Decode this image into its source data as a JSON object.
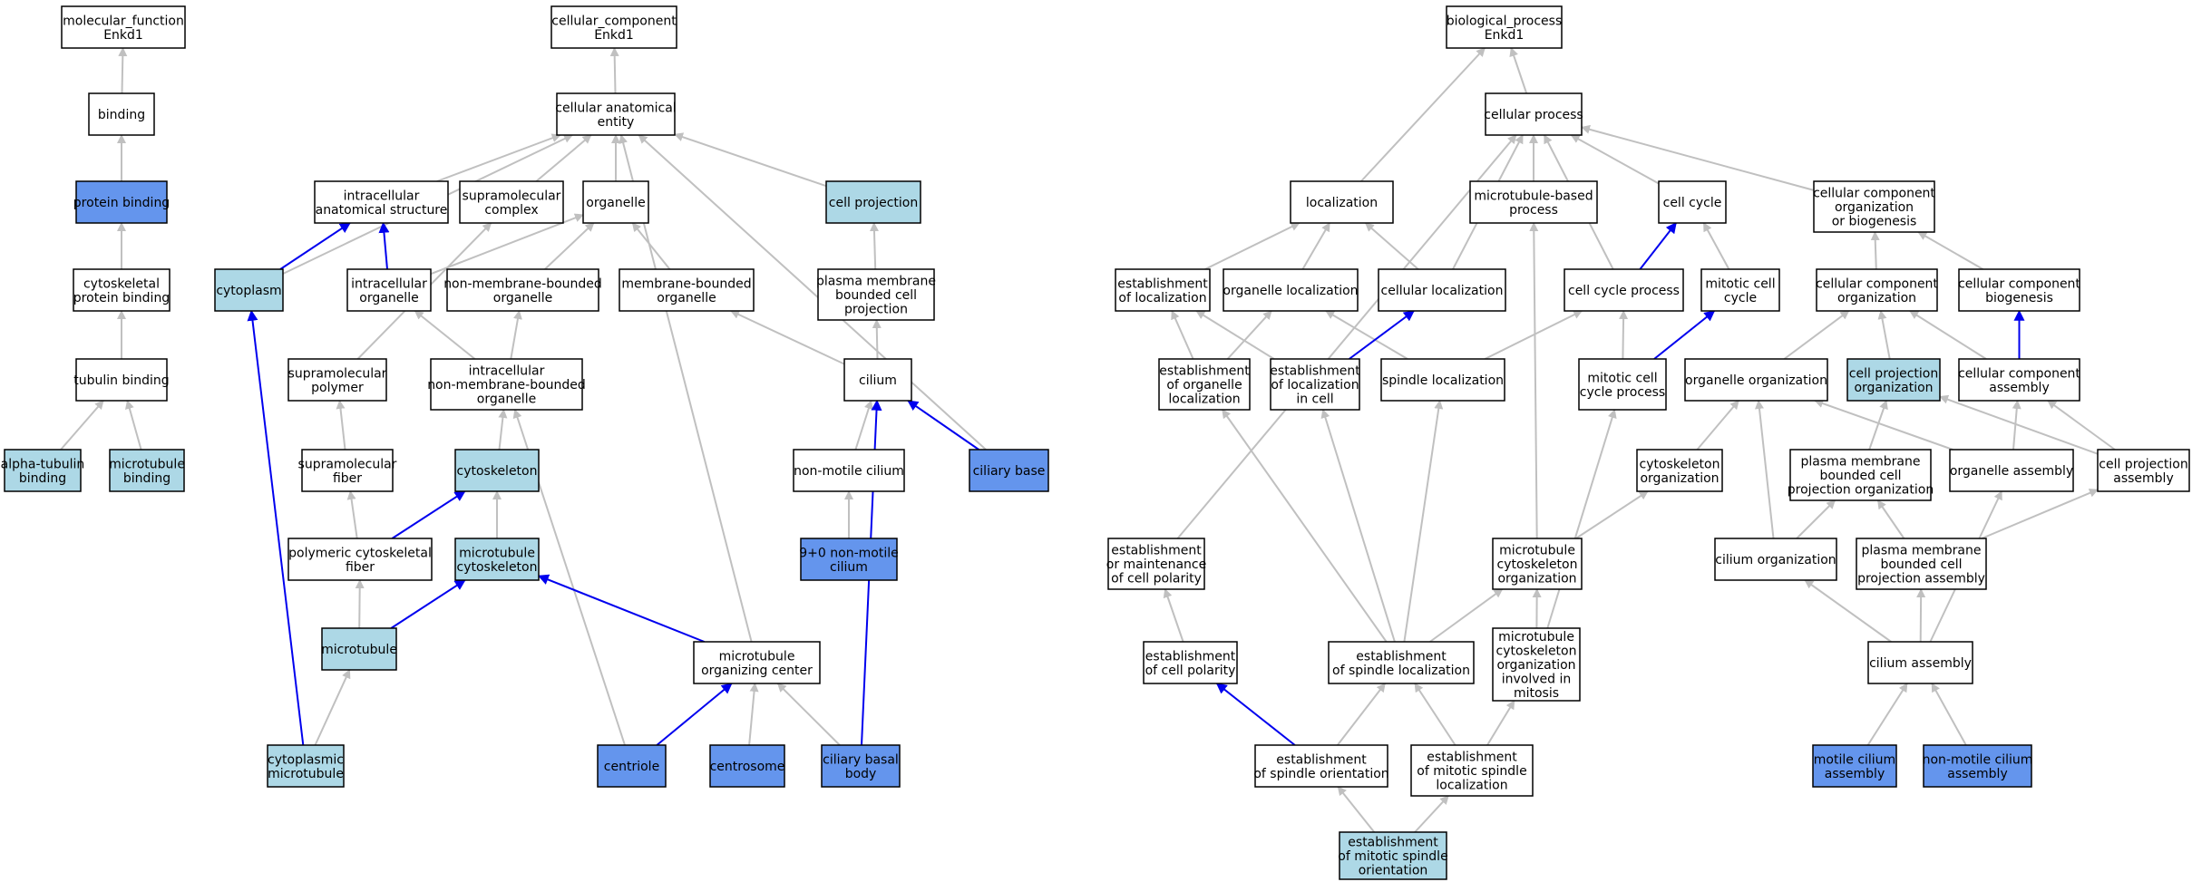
{
  "colors": {
    "plain": "#ffffff",
    "light": "#add8e6",
    "dark": "#6495ed",
    "edge_gray": "#c0c0c0",
    "edge_blue": "#0000ee"
  },
  "nodes": [
    {
      "id": "mf",
      "label": [
        "molecular_function",
        "Enkd1"
      ],
      "fill": "plain"
    },
    {
      "id": "binding",
      "label": [
        "binding"
      ],
      "fill": "plain"
    },
    {
      "id": "protein_binding",
      "label": [
        "protein binding"
      ],
      "fill": "dark"
    },
    {
      "id": "cyto_pb",
      "label": [
        "cytoskeletal",
        "protein binding"
      ],
      "fill": "plain"
    },
    {
      "id": "tubulin_binding",
      "label": [
        "tubulin binding"
      ],
      "fill": "plain"
    },
    {
      "id": "alpha_tub",
      "label": [
        "alpha-tubulin",
        "binding"
      ],
      "fill": "light"
    },
    {
      "id": "mt_binding",
      "label": [
        "microtubule",
        "binding"
      ],
      "fill": "light"
    },
    {
      "id": "cc",
      "label": [
        "cellular_component",
        "Enkd1"
      ],
      "fill": "plain"
    },
    {
      "id": "cae",
      "label": [
        "cellular anatomical",
        "entity"
      ],
      "fill": "plain"
    },
    {
      "id": "ias",
      "label": [
        "intracellular",
        "anatomical structure"
      ],
      "fill": "plain"
    },
    {
      "id": "smc",
      "label": [
        "supramolecular",
        "complex"
      ],
      "fill": "plain"
    },
    {
      "id": "organelle",
      "label": [
        "organelle"
      ],
      "fill": "plain"
    },
    {
      "id": "cell_proj",
      "label": [
        "cell projection"
      ],
      "fill": "light"
    },
    {
      "id": "cytoplasm",
      "label": [
        "cytoplasm"
      ],
      "fill": "light"
    },
    {
      "id": "intra_org",
      "label": [
        "intracellular",
        "organelle"
      ],
      "fill": "plain"
    },
    {
      "id": "nmbo",
      "label": [
        "non-membrane-bounded",
        "organelle"
      ],
      "fill": "plain"
    },
    {
      "id": "mbo",
      "label": [
        "membrane-bounded",
        "organelle"
      ],
      "fill": "plain"
    },
    {
      "id": "pmbcp",
      "label": [
        "plasma membrane",
        "bounded cell",
        "projection"
      ],
      "fill": "plain"
    },
    {
      "id": "smp",
      "label": [
        "supramolecular",
        "polymer"
      ],
      "fill": "plain"
    },
    {
      "id": "inmbo",
      "label": [
        "intracellular",
        "non-membrane-bounded",
        "organelle"
      ],
      "fill": "plain"
    },
    {
      "id": "cilium",
      "label": [
        "cilium"
      ],
      "fill": "plain"
    },
    {
      "id": "smf",
      "label": [
        "supramolecular",
        "fiber"
      ],
      "fill": "plain"
    },
    {
      "id": "cytoskeleton",
      "label": [
        "cytoskeleton"
      ],
      "fill": "light"
    },
    {
      "id": "nmc",
      "label": [
        "non-motile cilium"
      ],
      "fill": "plain"
    },
    {
      "id": "ciliary_base",
      "label": [
        "ciliary base"
      ],
      "fill": "dark"
    },
    {
      "id": "pcf",
      "label": [
        "polymeric cytoskeletal",
        "fiber"
      ],
      "fill": "plain"
    },
    {
      "id": "mtcs",
      "label": [
        "microtubule",
        "cytoskeleton"
      ],
      "fill": "light"
    },
    {
      "id": "nine0",
      "label": [
        "9+0 non-motile",
        "cilium"
      ],
      "fill": "dark"
    },
    {
      "id": "microtubule",
      "label": [
        "microtubule"
      ],
      "fill": "light"
    },
    {
      "id": "mtoc",
      "label": [
        "microtubule",
        "organizing center"
      ],
      "fill": "plain"
    },
    {
      "id": "cyto_mt",
      "label": [
        "cytoplasmic",
        "microtubule"
      ],
      "fill": "light"
    },
    {
      "id": "centriole",
      "label": [
        "centriole"
      ],
      "fill": "dark"
    },
    {
      "id": "centrosome",
      "label": [
        "centrosome"
      ],
      "fill": "dark"
    },
    {
      "id": "cbb",
      "label": [
        "ciliary basal",
        "body"
      ],
      "fill": "dark"
    },
    {
      "id": "bp",
      "label": [
        "biological_process",
        "Enkd1"
      ],
      "fill": "plain"
    },
    {
      "id": "cell_process",
      "label": [
        "cellular process"
      ],
      "fill": "plain"
    },
    {
      "id": "localization",
      "label": [
        "localization"
      ],
      "fill": "plain"
    },
    {
      "id": "mtbp",
      "label": [
        "microtubule-based",
        "process"
      ],
      "fill": "plain"
    },
    {
      "id": "cell_cycle",
      "label": [
        "cell cycle"
      ],
      "fill": "plain"
    },
    {
      "id": "ccob",
      "label": [
        "cellular component",
        "organization",
        "or biogenesis"
      ],
      "fill": "plain"
    },
    {
      "id": "est_loc",
      "label": [
        "establishment",
        "of localization"
      ],
      "fill": "plain"
    },
    {
      "id": "org_loc",
      "label": [
        "organelle localization"
      ],
      "fill": "plain"
    },
    {
      "id": "cell_loc",
      "label": [
        "cellular localization"
      ],
      "fill": "plain"
    },
    {
      "id": "ccp",
      "label": [
        "cell cycle process"
      ],
      "fill": "plain"
    },
    {
      "id": "mitotic_cc",
      "label": [
        "mitotic cell",
        "cycle"
      ],
      "fill": "plain"
    },
    {
      "id": "cco",
      "label": [
        "cellular component",
        "organization"
      ],
      "fill": "plain"
    },
    {
      "id": "ccb",
      "label": [
        "cellular component",
        "biogenesis"
      ],
      "fill": "plain"
    },
    {
      "id": "eol",
      "label": [
        "establishment",
        "of organelle",
        "localization"
      ],
      "fill": "plain"
    },
    {
      "id": "elic",
      "label": [
        "establishment",
        "of localization",
        "in cell"
      ],
      "fill": "plain"
    },
    {
      "id": "spindle_loc",
      "label": [
        "spindle localization"
      ],
      "fill": "plain"
    },
    {
      "id": "mccp",
      "label": [
        "mitotic cell",
        "cycle process"
      ],
      "fill": "plain"
    },
    {
      "id": "org_org",
      "label": [
        "organelle organization"
      ],
      "fill": "plain"
    },
    {
      "id": "cpo",
      "label": [
        "cell projection",
        "organization"
      ],
      "fill": "light"
    },
    {
      "id": "cca",
      "label": [
        "cellular component",
        "assembly"
      ],
      "fill": "plain"
    },
    {
      "id": "cso",
      "label": [
        "cytoskeleton",
        "organization"
      ],
      "fill": "plain"
    },
    {
      "id": "pmbcpo",
      "label": [
        "plasma membrane",
        "bounded cell",
        "projection organization"
      ],
      "fill": "plain"
    },
    {
      "id": "org_asm",
      "label": [
        "organelle assembly"
      ],
      "fill": "plain"
    },
    {
      "id": "cpa",
      "label": [
        "cell projection",
        "assembly"
      ],
      "fill": "plain"
    },
    {
      "id": "emcp",
      "label": [
        "establishment",
        "or maintenance",
        "of cell polarity"
      ],
      "fill": "plain"
    },
    {
      "id": "mtco",
      "label": [
        "microtubule",
        "cytoskeleton",
        "organization"
      ],
      "fill": "plain"
    },
    {
      "id": "cil_org",
      "label": [
        "cilium organization"
      ],
      "fill": "plain"
    },
    {
      "id": "pmbcpa",
      "label": [
        "plasma membrane",
        "bounded cell",
        "projection assembly"
      ],
      "fill": "plain"
    },
    {
      "id": "ecp",
      "label": [
        "establishment",
        "of cell polarity"
      ],
      "fill": "plain"
    },
    {
      "id": "esl",
      "label": [
        "establishment",
        "of spindle localization"
      ],
      "fill": "plain"
    },
    {
      "id": "mtcoim",
      "label": [
        "microtubule",
        "cytoskeleton",
        "organization",
        "involved in",
        "mitosis"
      ],
      "fill": "plain"
    },
    {
      "id": "cil_asm",
      "label": [
        "cilium assembly"
      ],
      "fill": "plain"
    },
    {
      "id": "eso",
      "label": [
        "establishment",
        "of spindle orientation"
      ],
      "fill": "plain"
    },
    {
      "id": "emsl",
      "label": [
        "establishment",
        "of mitotic spindle",
        "localization"
      ],
      "fill": "plain"
    },
    {
      "id": "motile_ca",
      "label": [
        "motile cilium",
        "assembly"
      ],
      "fill": "dark"
    },
    {
      "id": "nonmotile_ca",
      "label": [
        "non-motile cilium",
        "assembly"
      ],
      "fill": "dark"
    },
    {
      "id": "emso",
      "label": [
        "establishment",
        "of mitotic spindle",
        "orientation"
      ],
      "fill": "light"
    }
  ],
  "edges": [
    {
      "from": "binding",
      "to": "mf",
      "color": "gray"
    },
    {
      "from": "protein_binding",
      "to": "binding",
      "color": "gray"
    },
    {
      "from": "cyto_pb",
      "to": "protein_binding",
      "color": "gray"
    },
    {
      "from": "tubulin_binding",
      "to": "cyto_pb",
      "color": "gray"
    },
    {
      "from": "alpha_tub",
      "to": "tubulin_binding",
      "color": "gray"
    },
    {
      "from": "mt_binding",
      "to": "tubulin_binding",
      "color": "gray"
    },
    {
      "from": "cae",
      "to": "cc",
      "color": "gray"
    },
    {
      "from": "ias",
      "to": "cae",
      "color": "gray"
    },
    {
      "from": "smc",
      "to": "cae",
      "color": "gray"
    },
    {
      "from": "organelle",
      "to": "cae",
      "color": "gray"
    },
    {
      "from": "cell_proj",
      "to": "cae",
      "color": "gray"
    },
    {
      "from": "cytoplasm",
      "to": "cae",
      "color": "gray"
    },
    {
      "from": "ciliary_base",
      "to": "cae",
      "color": "gray"
    },
    {
      "from": "mtoc",
      "to": "cae",
      "color": "gray"
    },
    {
      "from": "cytoplasm",
      "to": "ias",
      "color": "blue"
    },
    {
      "from": "intra_org",
      "to": "ias",
      "color": "blue"
    },
    {
      "from": "intra_org",
      "to": "organelle",
      "color": "gray"
    },
    {
      "from": "nmbo",
      "to": "organelle",
      "color": "gray"
    },
    {
      "from": "mbo",
      "to": "organelle",
      "color": "gray"
    },
    {
      "from": "smp",
      "to": "smc",
      "color": "gray"
    },
    {
      "from": "pmbcp",
      "to": "cell_proj",
      "color": "gray"
    },
    {
      "from": "inmbo",
      "to": "intra_org",
      "color": "gray"
    },
    {
      "from": "inmbo",
      "to": "nmbo",
      "color": "gray"
    },
    {
      "from": "cilium",
      "to": "pmbcp",
      "color": "gray"
    },
    {
      "from": "cilium",
      "to": "mbo",
      "color": "gray"
    },
    {
      "from": "smf",
      "to": "smp",
      "color": "gray"
    },
    {
      "from": "cytoskeleton",
      "to": "inmbo",
      "color": "gray"
    },
    {
      "from": "centriole",
      "to": "inmbo",
      "color": "gray"
    },
    {
      "from": "nmc",
      "to": "cilium",
      "color": "gray"
    },
    {
      "from": "ciliary_base",
      "to": "cilium",
      "color": "blue"
    },
    {
      "from": "cbb",
      "to": "cilium",
      "color": "blue"
    },
    {
      "from": "pcf",
      "to": "smf",
      "color": "gray"
    },
    {
      "from": "pcf",
      "to": "cytoskeleton",
      "color": "blue"
    },
    {
      "from": "mtcs",
      "to": "cytoskeleton",
      "color": "gray"
    },
    {
      "from": "nine0",
      "to": "nmc",
      "color": "gray"
    },
    {
      "from": "microtubule",
      "to": "pcf",
      "color": "gray"
    },
    {
      "from": "microtubule",
      "to": "mtcs",
      "color": "blue"
    },
    {
      "from": "mtoc",
      "to": "mtcs",
      "color": "blue"
    },
    {
      "from": "cyto_mt",
      "to": "microtubule",
      "color": "gray"
    },
    {
      "from": "cyto_mt",
      "to": "cytoplasm",
      "color": "blue"
    },
    {
      "from": "centriole",
      "to": "mtoc",
      "color": "blue"
    },
    {
      "from": "centrosome",
      "to": "mtoc",
      "color": "gray"
    },
    {
      "from": "cbb",
      "to": "mtoc",
      "color": "gray"
    },
    {
      "from": "cell_process",
      "to": "bp",
      "color": "gray"
    },
    {
      "from": "localization",
      "to": "bp",
      "color": "gray"
    },
    {
      "from": "mtbp",
      "to": "cell_process",
      "color": "gray"
    },
    {
      "from": "cell_cycle",
      "to": "cell_process",
      "color": "gray"
    },
    {
      "from": "ccob",
      "to": "cell_process",
      "color": "gray"
    },
    {
      "from": "cell_loc",
      "to": "cell_process",
      "color": "gray"
    },
    {
      "from": "ccp",
      "to": "cell_process",
      "color": "gray"
    },
    {
      "from": "emcp",
      "to": "cell_process",
      "color": "gray"
    },
    {
      "from": "est_loc",
      "to": "localization",
      "color": "gray"
    },
    {
      "from": "org_loc",
      "to": "localization",
      "color": "gray"
    },
    {
      "from": "cell_loc",
      "to": "localization",
      "color": "gray"
    },
    {
      "from": "ccp",
      "to": "cell_cycle",
      "color": "blue"
    },
    {
      "from": "mitotic_cc",
      "to": "cell_cycle",
      "color": "gray"
    },
    {
      "from": "cco",
      "to": "ccob",
      "color": "gray"
    },
    {
      "from": "ccb",
      "to": "ccob",
      "color": "gray"
    },
    {
      "from": "eol",
      "to": "est_loc",
      "color": "gray"
    },
    {
      "from": "elic",
      "to": "est_loc",
      "color": "gray"
    },
    {
      "from": "eol",
      "to": "org_loc",
      "color": "gray"
    },
    {
      "from": "spindle_loc",
      "to": "org_loc",
      "color": "gray"
    },
    {
      "from": "elic",
      "to": "cell_loc",
      "color": "blue"
    },
    {
      "from": "spindle_loc",
      "to": "ccp",
      "color": "gray"
    },
    {
      "from": "mccp",
      "to": "ccp",
      "color": "gray"
    },
    {
      "from": "mccp",
      "to": "mitotic_cc",
      "color": "blue"
    },
    {
      "from": "org_org",
      "to": "cco",
      "color": "gray"
    },
    {
      "from": "cpo",
      "to": "cco",
      "color": "gray"
    },
    {
      "from": "cca",
      "to": "cco",
      "color": "gray"
    },
    {
      "from": "cca",
      "to": "ccb",
      "color": "blue"
    },
    {
      "from": "mtco",
      "to": "mtbp",
      "color": "gray"
    },
    {
      "from": "mtcoim",
      "to": "mccp",
      "color": "gray"
    },
    {
      "from": "cso",
      "to": "org_org",
      "color": "gray"
    },
    {
      "from": "cil_org",
      "to": "org_org",
      "color": "gray"
    },
    {
      "from": "org_asm",
      "to": "org_org",
      "color": "gray"
    },
    {
      "from": "pmbcpo",
      "to": "cpo",
      "color": "gray"
    },
    {
      "from": "cpa",
      "to": "cpo",
      "color": "gray"
    },
    {
      "from": "org_asm",
      "to": "cca",
      "color": "gray"
    },
    {
      "from": "cpa",
      "to": "cca",
      "color": "gray"
    },
    {
      "from": "mtco",
      "to": "cso",
      "color": "gray"
    },
    {
      "from": "cil_org",
      "to": "pmbcpo",
      "color": "gray"
    },
    {
      "from": "pmbcpa",
      "to": "pmbcpo",
      "color": "gray"
    },
    {
      "from": "pmbcpa",
      "to": "cpa",
      "color": "gray"
    },
    {
      "from": "ecp",
      "to": "emcp",
      "color": "gray"
    },
    {
      "from": "mtcoim",
      "to": "mtco",
      "color": "gray"
    },
    {
      "from": "esl",
      "to": "mtco",
      "color": "gray"
    },
    {
      "from": "esl",
      "to": "eol",
      "color": "gray"
    },
    {
      "from": "esl",
      "to": "elic",
      "color": "gray"
    },
    {
      "from": "esl",
      "to": "spindle_loc",
      "color": "gray"
    },
    {
      "from": "cil_asm",
      "to": "cil_org",
      "color": "gray"
    },
    {
      "from": "cil_asm",
      "to": "pmbcpa",
      "color": "gray"
    },
    {
      "from": "cil_asm",
      "to": "org_asm",
      "color": "gray"
    },
    {
      "from": "eso",
      "to": "ecp",
      "color": "blue"
    },
    {
      "from": "eso",
      "to": "esl",
      "color": "gray"
    },
    {
      "from": "emsl",
      "to": "esl",
      "color": "gray"
    },
    {
      "from": "emsl",
      "to": "mtcoim",
      "color": "gray"
    },
    {
      "from": "motile_ca",
      "to": "cil_asm",
      "color": "gray"
    },
    {
      "from": "nonmotile_ca",
      "to": "cil_asm",
      "color": "gray"
    },
    {
      "from": "emso",
      "to": "eso",
      "color": "gray"
    },
    {
      "from": "emso",
      "to": "emsl",
      "color": "gray"
    }
  ]
}
